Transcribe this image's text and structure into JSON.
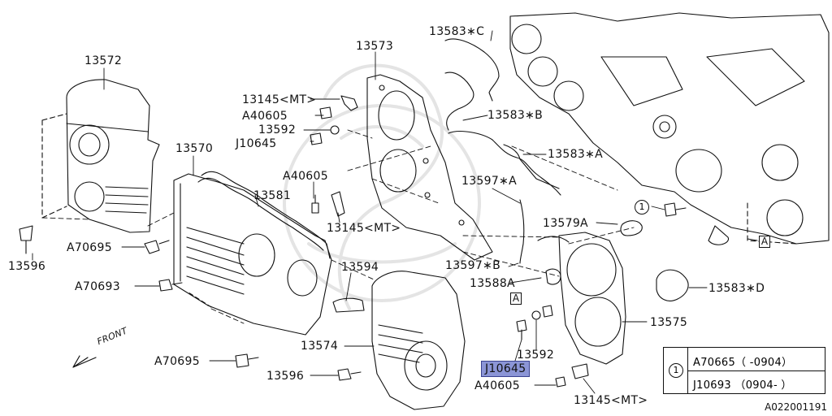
{
  "callouts": [
    {
      "id": "c1",
      "text": "13572"
    },
    {
      "id": "c2",
      "text": "13573"
    },
    {
      "id": "c3",
      "text": "13583∗C"
    },
    {
      "id": "c4",
      "text": "13145<MT>"
    },
    {
      "id": "c5",
      "text": "A40605"
    },
    {
      "id": "c6",
      "text": "13592"
    },
    {
      "id": "c7",
      "text": "J10645"
    },
    {
      "id": "c8",
      "text": "13583∗B"
    },
    {
      "id": "c9",
      "text": "13583∗A"
    },
    {
      "id": "c10",
      "text": "13570"
    },
    {
      "id": "c11",
      "text": "A40605"
    },
    {
      "id": "c12",
      "text": "13597∗A"
    },
    {
      "id": "c13",
      "text": "13581"
    },
    {
      "id": "c14",
      "text": "13145<MT>"
    },
    {
      "id": "c15",
      "text": "13579A"
    },
    {
      "id": "c16",
      "text": "A70695"
    },
    {
      "id": "c17",
      "text": "13596"
    },
    {
      "id": "c18",
      "text": "13597∗B"
    },
    {
      "id": "c19",
      "text": "13594"
    },
    {
      "id": "c20",
      "text": "13588A"
    },
    {
      "id": "c21",
      "text": "13583∗D"
    },
    {
      "id": "c22",
      "text": "A70693"
    },
    {
      "id": "c23",
      "text": "13575"
    },
    {
      "id": "c24",
      "text": "13574"
    },
    {
      "id": "c25",
      "text": "13592"
    },
    {
      "id": "c26",
      "text": "A70695"
    },
    {
      "id": "c27",
      "text": "J10645"
    },
    {
      "id": "c28",
      "text": "13596"
    },
    {
      "id": "c29",
      "text": "A40605"
    },
    {
      "id": "c30",
      "text": "13145<MT>"
    }
  ],
  "refs": {
    "a": "A",
    "circle_one": "1"
  },
  "front_label": "FRONT",
  "legend": {
    "marker": "1",
    "rows": [
      "A70665（ -0904）",
      "J10693 （0904- ）"
    ]
  },
  "diagram_id": "A022001191",
  "colors": {
    "line": "#111111",
    "selected_fill": "#8b95d6",
    "selected_border": "#3a4290",
    "background": "#ffffff"
  }
}
